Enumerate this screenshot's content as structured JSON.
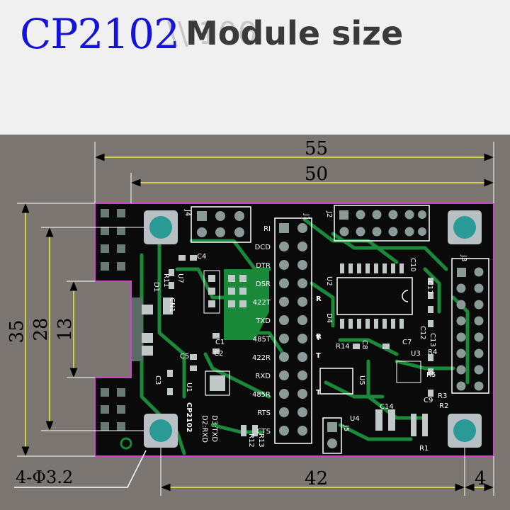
{
  "header": {
    "chip_name": "CP2102",
    "subtitle": "Module size"
  },
  "dimensions": {
    "outer_width": "55",
    "inner_width": "50",
    "height_total": "35",
    "height_mid": "28",
    "height_usb": "13",
    "hole_spacing": "42",
    "edge_offset": "4",
    "hole_spec": "4-Φ3.2"
  },
  "pcb": {
    "j1_pins": [
      "RI",
      "DCD",
      "DTR",
      "DSR",
      "422T",
      "TXD",
      "485T",
      "422R",
      "RXD",
      "485R",
      "RTS",
      "CTS"
    ],
    "j1_side": [
      "R",
      "T",
      "R",
      "T",
      "T"
    ],
    "refs": {
      "j1": "J1",
      "j2": "J2",
      "j3": "J3",
      "j4": "J4",
      "j5": "J5",
      "u1": "U1",
      "u2": "U2",
      "u3": "U3",
      "u4": "U4",
      "u5": "U5",
      "u7": "U7",
      "c1": "C1",
      "c2": "C2",
      "c3": "C3",
      "c4": "C4",
      "c5": "C5",
      "c7": "C7",
      "c8": "C8",
      "c9": "C9",
      "c10": "C10",
      "c11": "C11",
      "c12": "C12",
      "c13": "C13",
      "c14": "C14",
      "r1": "R1",
      "r2": "R2",
      "r3": "R3",
      "r4": "R4",
      "r5": "R5",
      "r11": "R11",
      "r12": "R12",
      "r13": "R13",
      "r14": "R14",
      "d1": "D1",
      "d4": "D4",
      "cn1": "CN1"
    },
    "board_label": "CP2102",
    "led_labels": [
      "D3:TXD",
      "D2:RXD"
    ]
  },
  "colors": {
    "pcb": "#0a0a0a",
    "trace": "#1a8a3a",
    "outline": "#cc44cc",
    "pad": "#5a6e68"
  }
}
